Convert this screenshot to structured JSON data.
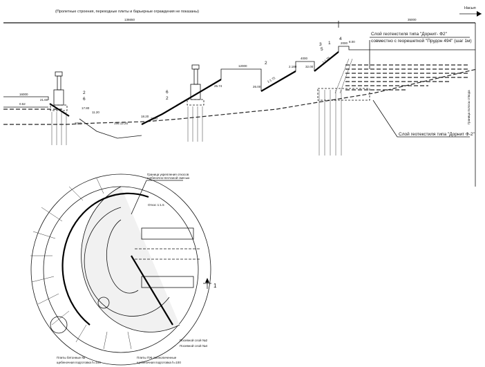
{
  "note": "(Пролетные строения, переходные плиты и барьерные ограждения не показаны)",
  "direction_label": "Насып",
  "dimensions": {
    "total": "136650",
    "right": "35000",
    "d16000": "16000",
    "d12000": "12000",
    "d4000": "4000",
    "d2000": "2000",
    "d2000b": "2000",
    "d2000c": "2000"
  },
  "elevations": [
    "21.60",
    "17.80",
    "11.20",
    "196.12.25",
    "18.20",
    "25.74",
    "26.00",
    "32.00",
    "2.180",
    "8.00",
    "0.52"
  ],
  "slopes": [
    "1:1.75",
    "1:1.75"
  ],
  "callouts": [
    "1",
    "2",
    "3",
    "4",
    "5",
    "6"
  ],
  "geotextile_top": "Слой геотекстиля типа \"Дорнит- Ф2\"",
  "geotextile_top_2": "совместно с георешеткой \"Прудон 494\" (шаг 1м)",
  "geotextile_bottom": "Слой геотекстиля типа \"Дорнит Ф-2\"",
  "vertical_note": "Граница полосы отвода",
  "section_mark": "1",
  "plan_labels": {
    "edge": "Граница укрепления откосов",
    "edge2": "щебеночно-песчаной смесью",
    "slope": "Откос 1:1.5",
    "cone1": "Посевной слой №2",
    "cone2": "Посевной слой №4",
    "slab1": "Плиты бетонные №",
    "slab1b": "щебеночная подготовка h=100",
    "slab2": "Плиты ПЖ омоноличенные",
    "slab2b": "щебеночная подготовка h=100"
  }
}
